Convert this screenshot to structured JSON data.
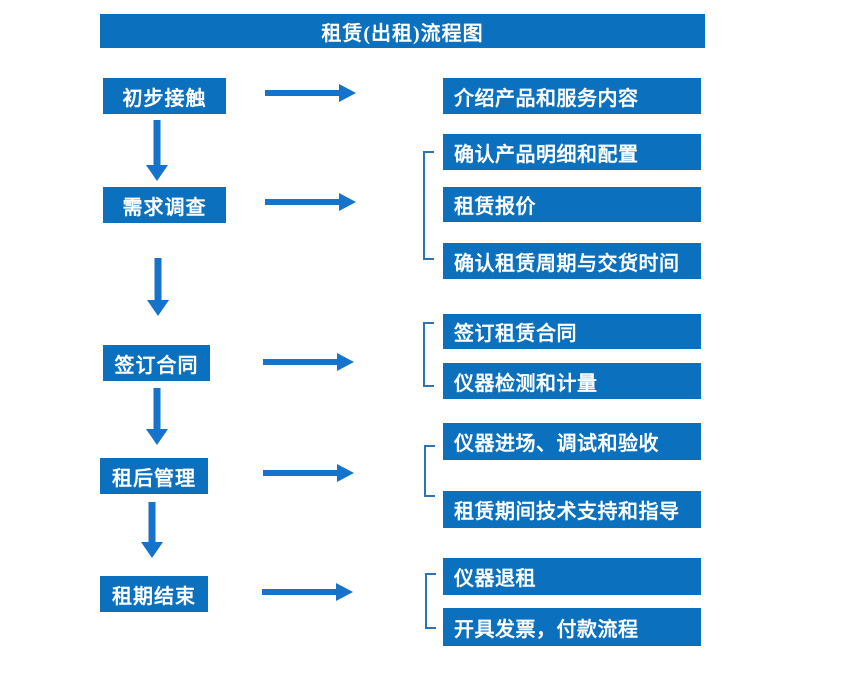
{
  "title": "租赁(出租)流程图",
  "colors": {
    "box_blue": "#0b70bd",
    "arrow_blue": "#1573cb",
    "bracket_blue": "#2e74b5",
    "text_white": "#ffffff",
    "background": "#ffffff"
  },
  "left_steps": [
    {
      "label": "初步接触"
    },
    {
      "label": "需求调查"
    },
    {
      "label": "签订合同"
    },
    {
      "label": "租后管理"
    },
    {
      "label": "租期结束"
    }
  ],
  "right_items": [
    {
      "label": "介绍产品和服务内容"
    },
    {
      "label": "确认产品明细和配置"
    },
    {
      "label": "租赁报价"
    },
    {
      "label": "确认租赁周期与交货时间"
    },
    {
      "label": "签订租赁合同"
    },
    {
      "label": "仪器检测和计量"
    },
    {
      "label": "仪器进场、调试和验收"
    },
    {
      "label": "租赁期间技术支持和指导"
    },
    {
      "label": "仪器退租"
    },
    {
      "label": "开具发票，付款流程"
    }
  ],
  "connections": [
    {
      "from": "初步接触",
      "to": [
        "介绍产品和服务内容"
      ]
    },
    {
      "from": "需求调查",
      "to": [
        "确认产品明细和配置",
        "租赁报价",
        "确认租赁周期与交货时间"
      ]
    },
    {
      "from": "签订合同",
      "to": [
        "签订租赁合同",
        "仪器检测和计量"
      ]
    },
    {
      "from": "租后管理",
      "to": [
        "仪器进场、调试和验收",
        "租赁期间技术支持和指导"
      ]
    },
    {
      "from": "租期结束",
      "to": [
        "仪器退租",
        "开具发票，付款流程"
      ]
    }
  ]
}
